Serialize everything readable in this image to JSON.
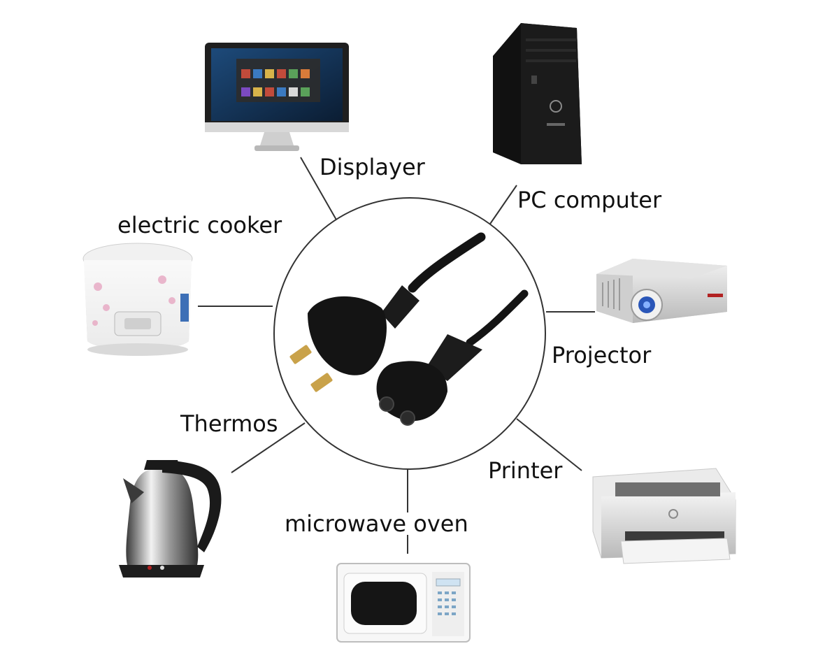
{
  "center": {
    "item": "power-cord-plug"
  },
  "devices": [
    {
      "key": "displayer",
      "label": "Displayer",
      "icon": "monitor-icon"
    },
    {
      "key": "pc",
      "label": "PC computer",
      "icon": "desktop-tower-icon"
    },
    {
      "key": "cooker",
      "label": "electric cooker",
      "icon": "rice-cooker-icon"
    },
    {
      "key": "projector",
      "label": "Projector",
      "icon": "projector-icon"
    },
    {
      "key": "thermos",
      "label": "Thermos",
      "icon": "kettle-icon"
    },
    {
      "key": "printer",
      "label": "Printer",
      "icon": "printer-icon"
    },
    {
      "key": "microwave",
      "label": "microwave oven",
      "icon": "microwave-icon"
    }
  ],
  "colors": {
    "line": "#333333",
    "cable": "#141414",
    "text": "#111111"
  }
}
